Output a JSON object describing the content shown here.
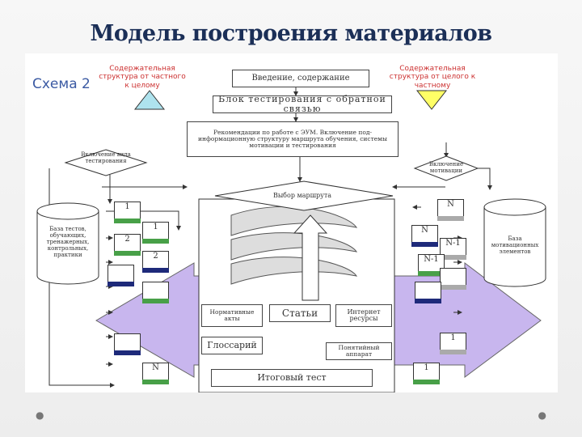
{
  "slide": {
    "title": "Модель построения материалов",
    "scheme_label": "Схема 2"
  },
  "legend": {
    "left_text": "Содержательная структура от частного к целому",
    "right_text": "Содержательная структура от целого к частному"
  },
  "boxes": {
    "intro": "Введение, содержание",
    "testing_block": "Блок тестирования с обратной связью",
    "recommendations": "Рекомендации по работе с ЭУМ. Включение под-информационную структуру маршрута обучения, системы мотивации и тестирования",
    "route_choice": "Выбор маршрута",
    "testing_inclusion": "Включение вида тестирования",
    "motivation_inclusion": "Включение мотивации",
    "left_db": "База тестов, обучающих, тренажерных, контрольных, практики",
    "right_db": "База мотивационных элементов",
    "normative": "Нормативные акты",
    "articles": "Статьи",
    "internet": "Интернет ресурсы",
    "glossary": "Глоссарий",
    "concept_apparatus": "Понятийный аппарат",
    "final_test": "Итоговый тест"
  },
  "cards": {
    "left": [
      "1",
      "1",
      "2",
      "2",
      "",
      "",
      "",
      "N"
    ],
    "right": [
      "N",
      "N",
      "N-1",
      "N-1",
      "",
      "1",
      "1"
    ]
  },
  "colors": {
    "title": "#1b2f57",
    "scheme": "#3b5aa3",
    "legend_text": "#cc3030",
    "purple": "#c8b6ee",
    "triangle_left": "#aee3ee",
    "triangle_right": "#ffff66",
    "card_green": "#48a048",
    "card_navy": "#1e2a7a",
    "card_grey": "#aaaaaa"
  }
}
